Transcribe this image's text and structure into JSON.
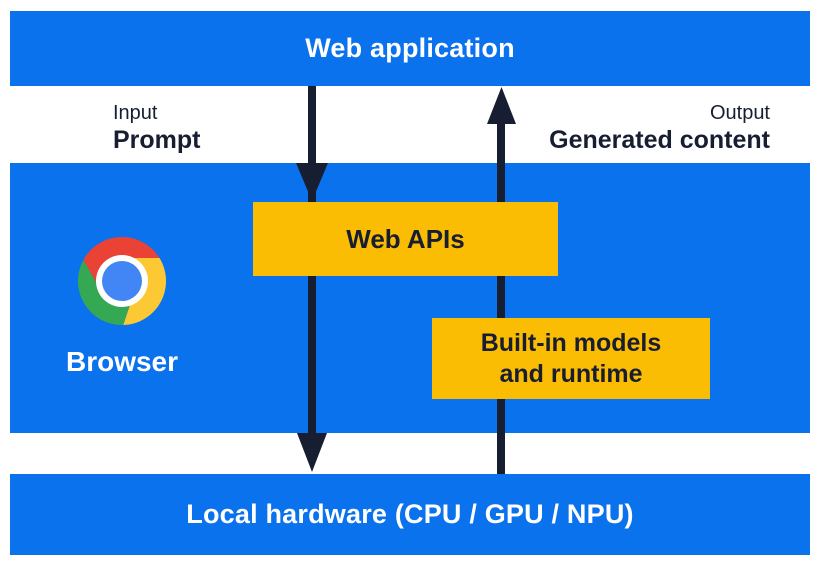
{
  "top_bar": {
    "label": "Web application"
  },
  "io": {
    "input_title": "Input",
    "input_value": "Prompt",
    "output_title": "Output",
    "output_value": "Generated content"
  },
  "browser_band": {
    "label": "Browser",
    "logo": "chrome-logo"
  },
  "boxes": {
    "web_apis": {
      "label": "Web APIs"
    },
    "builtin": {
      "line1": "Built-in models",
      "line2": "and runtime"
    }
  },
  "bottom_bar": {
    "label": "Local hardware (CPU / GPU / NPU)"
  },
  "arrows": {
    "down_arrow": "input-prompt-flow-down",
    "up_arrow": "generated-content-flow-up"
  },
  "colors": {
    "band_blue": "#0B72ED",
    "box_yellow": "#FBBC04",
    "arrow_navy": "#171E31",
    "text_light": "#FFFFFF",
    "text_dark": "#171E31",
    "chrome_red": "#EA4335",
    "chrome_yellow": "#FCC934",
    "chrome_green": "#34A853",
    "chrome_blue": "#4285F4"
  }
}
